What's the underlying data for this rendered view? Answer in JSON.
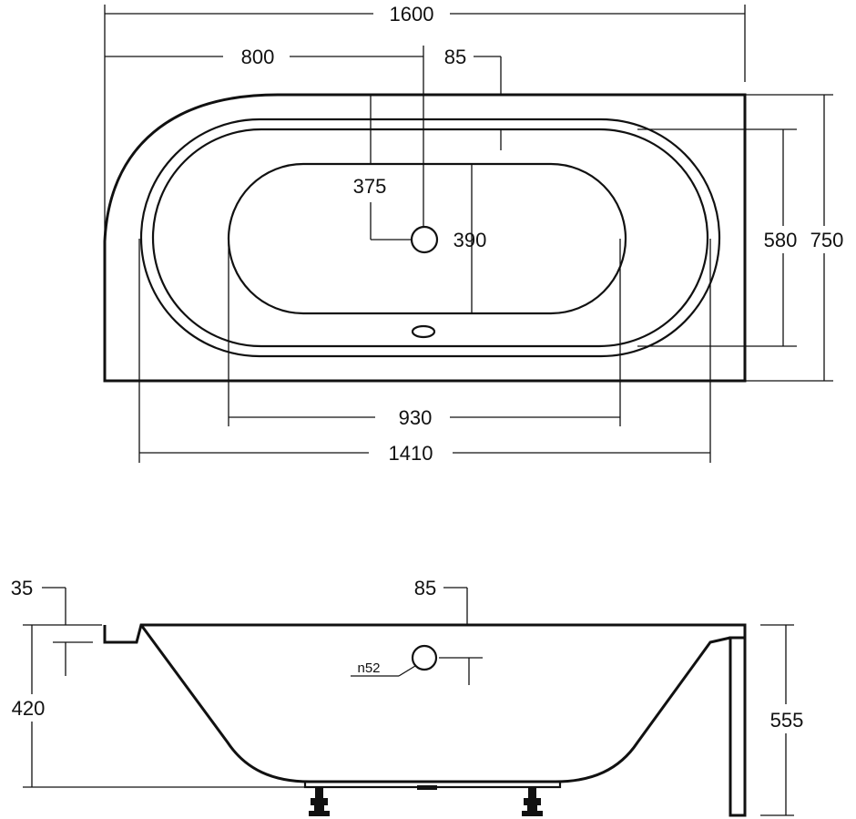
{
  "top_view": {
    "dimensions": {
      "overall_length": "1600",
      "half_length": "800",
      "rim_width": "85",
      "drain_offset": "375",
      "inner_width": "390",
      "outer_width": "580",
      "overall_width": "750",
      "inner_length": "930",
      "outer_length": "1410"
    }
  },
  "side_view": {
    "dimensions": {
      "rim_thickness": "35",
      "rim_width": "85",
      "overflow_diameter": "n52",
      "inner_depth": "420",
      "overall_height": "555"
    }
  }
}
